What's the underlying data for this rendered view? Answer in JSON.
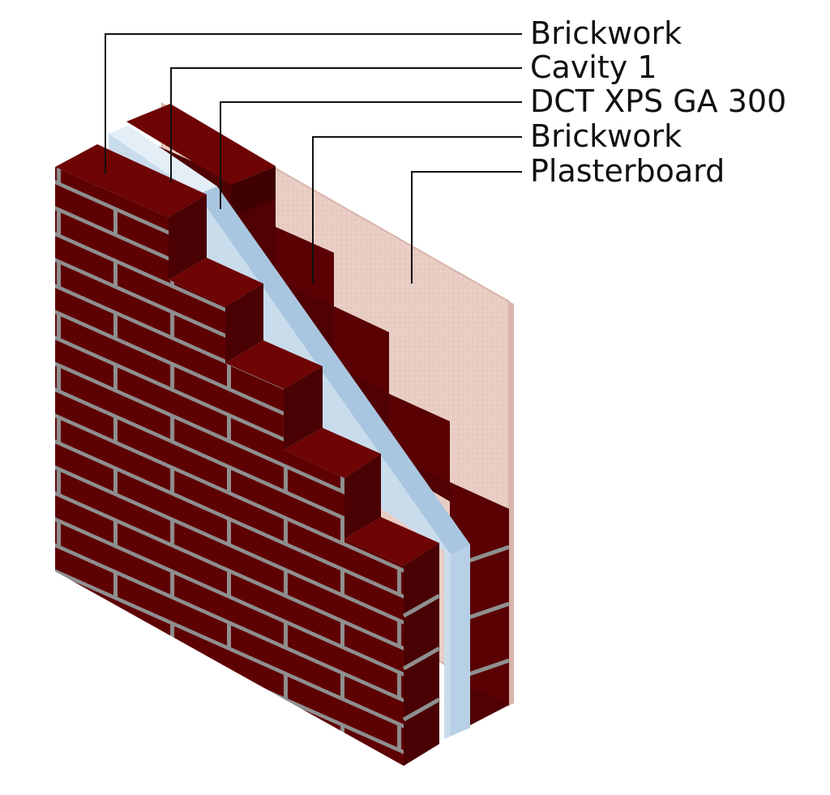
{
  "labels": [
    {
      "id": "outer-brickwork",
      "text": "Brickwork"
    },
    {
      "id": "cavity",
      "text": "Cavity 1"
    },
    {
      "id": "insulation",
      "text": "DCT XPS GA 300"
    },
    {
      "id": "inner-brickwork",
      "text": "Brickwork"
    },
    {
      "id": "plasterboard",
      "text": "Plasterboard"
    }
  ],
  "colors": {
    "brick_front": "#5e0103",
    "brick_top": "#6e0404",
    "brick_side": "#4a0103",
    "mortar": "#8f8f8f",
    "insulation_face": "#c9dcec",
    "insulation_edge": "#a9c6e0",
    "plasterboard": "#e9cdc4",
    "plasterboard_edge": "#d8b4aa",
    "leader": "#111111"
  }
}
